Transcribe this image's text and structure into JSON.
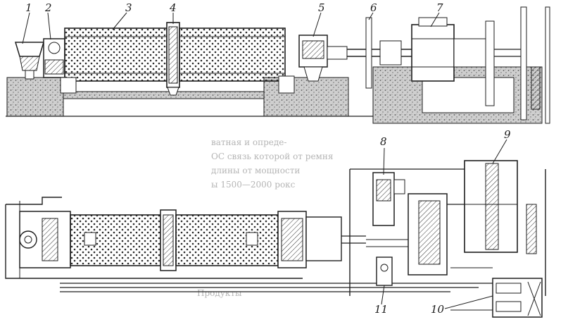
{
  "callouts": [
    {
      "id": "1",
      "text": "1"
    },
    {
      "id": "2",
      "text": "2"
    },
    {
      "id": "3",
      "text": "3"
    },
    {
      "id": "4",
      "text": "4"
    },
    {
      "id": "5",
      "text": "5"
    },
    {
      "id": "6",
      "text": "6"
    },
    {
      "id": "7",
      "text": "7"
    },
    {
      "id": "8",
      "text": "8"
    },
    {
      "id": "9",
      "text": "9"
    },
    {
      "id": "10",
      "text": "10"
    },
    {
      "id": "11",
      "text": "11"
    }
  ],
  "bleed_through_text": [
    "ватная и опреде-",
    "ОС связь которой от ремня",
    "длины от мощности",
    "ы 1500—2000 рокс",
    "Продукты"
  ],
  "colors": {
    "ink": "#1e1e1e",
    "paper": "#ffffff",
    "fill_light": "#dcdcdc"
  }
}
